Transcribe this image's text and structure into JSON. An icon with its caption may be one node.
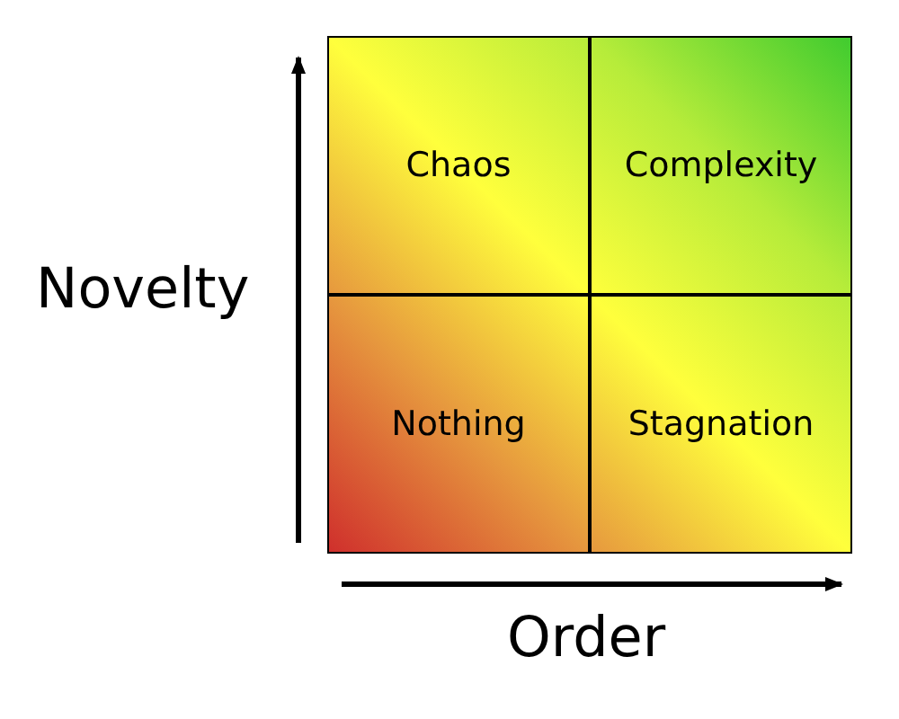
{
  "diagram": {
    "nodes": [
      {
        "text": [
          "Chaos"
        ]
      },
      {
        "text": [
          "Complexity"
        ]
      },
      {
        "text": [
          "Nothing"
        ]
      },
      {
        "text": [
          "Stagnation"
        ]
      }
    ],
    "labels": [
      "Novelty",
      "Order"
    ]
  }
}
